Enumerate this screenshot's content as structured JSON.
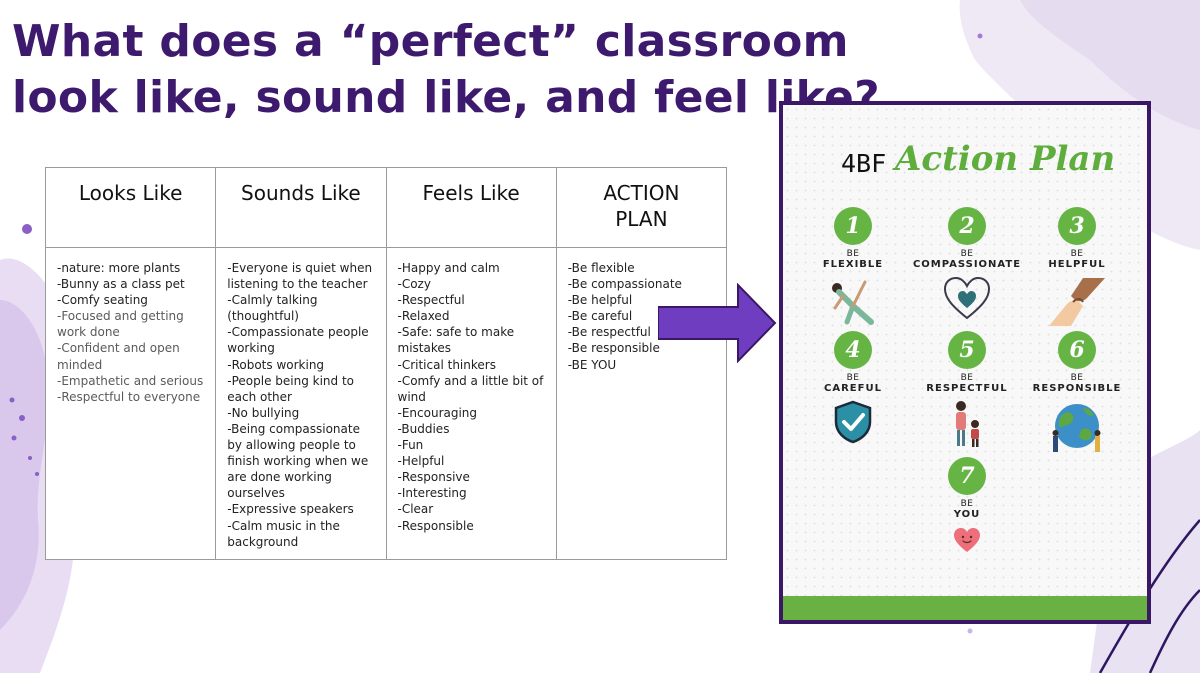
{
  "title": "What does a “perfect” classroom look like, sound like, and feel like?",
  "colors": {
    "title": "#3d1a6e",
    "arrow": "#6f3ec0",
    "poster_border": "#3a1866",
    "poster_green": "#66b544"
  },
  "table": {
    "columns": [
      {
        "header": "Looks Like",
        "items": [
          "-nature: more plants",
          "-Bunny as a class pet",
          "-Comfy seating",
          "-Focused and getting work done",
          "-Confident and open minded",
          "-Empathetic and serious",
          "-Respectful to everyone"
        ]
      },
      {
        "header": "Sounds Like",
        "items": [
          "-Everyone is quiet when listening to the teacher",
          "-Calmly talking (thoughtful)",
          "-Compassionate people working",
          "-Robots working",
          "-People being kind to each other",
          "-No bullying",
          "-Being compassionate by allowing people to finish working when we are done working ourselves",
          "-Expressive speakers",
          "-Calm music in the background"
        ]
      },
      {
        "header": "Feels Like",
        "items": [
          "-Happy and calm",
          "-Cozy",
          "-Respectful",
          "-Relaxed",
          "-Safe: safe to make mistakes",
          "-Critical thinkers",
          "-Comfy and a little bit of wind",
          "-Encouraging",
          "-Buddies",
          "-Fun",
          "-Helpful",
          "-Responsive",
          "-Interesting",
          "-Clear",
          "-Responsible"
        ]
      },
      {
        "header": "ACTION PLAN",
        "items": [
          "-Be flexible",
          "-Be compassionate",
          "-Be helpful",
          "-Be careful",
          "-Be respectful",
          "-Be responsible",
          "-BE YOU"
        ]
      }
    ]
  },
  "poster": {
    "title_prefix": "4BF",
    "title_main": "Action Plan",
    "steps": [
      {
        "num": "1",
        "be": "BE",
        "word": "FLEXIBLE",
        "icon": "yoga-pose-icon"
      },
      {
        "num": "2",
        "be": "BE",
        "word": "COMPASSIONATE",
        "icon": "heart-outline-icon"
      },
      {
        "num": "3",
        "be": "BE",
        "word": "HELPFUL",
        "icon": "helping-hands-icon"
      },
      {
        "num": "4",
        "be": "BE",
        "word": "CAREFUL",
        "icon": "shield-check-icon"
      },
      {
        "num": "5",
        "be": "BE",
        "word": "RESPECTFUL",
        "icon": "mother-child-icon"
      },
      {
        "num": "6",
        "be": "BE",
        "word": "RESPONSIBLE",
        "icon": "earth-people-icon"
      },
      {
        "num": "7",
        "be": "BE",
        "word": "YOU",
        "icon": "smiling-heart-icon"
      }
    ]
  }
}
